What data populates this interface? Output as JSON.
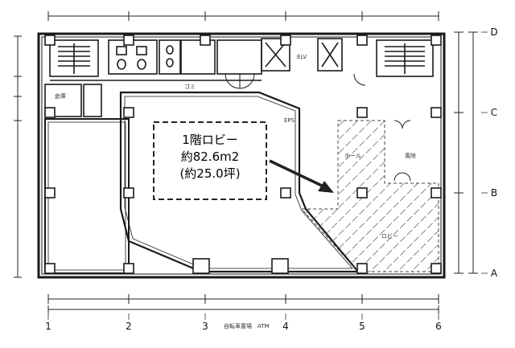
{
  "callout": {
    "line1": "1階ロビー",
    "line2": "約82.6m2",
    "line3": "(約25.0坪)"
  },
  "room_labels": {
    "elv": "ELV",
    "eps": "EPS",
    "hall": "ホール",
    "wind_room": "風除",
    "lobby": "ロビー",
    "storage": "倉庫",
    "garbage": "ゴミ"
  },
  "axis_labels": {
    "bottom": [
      "1",
      "2",
      "3",
      "4",
      "5",
      "6"
    ],
    "right": [
      "D",
      "C",
      "B",
      "A"
    ]
  },
  "footer_caption": "自転車置場　ATM",
  "colors": {
    "lines": "#1a1a1a",
    "hatch": "#555555",
    "highlight_border": "#222222"
  }
}
